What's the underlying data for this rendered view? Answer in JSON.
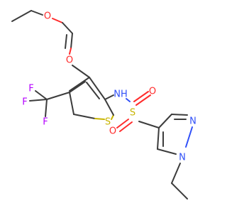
{
  "molecule": {
    "atoms": {
      "o_carbonyl": "O",
      "o_ester": "O",
      "s_thiophene": "S",
      "nh": "NH",
      "s_sulfonyl": "S",
      "o_sulfonyl_1": "O",
      "o_sulfonyl_2": "O",
      "n_pyrazole_1": "N",
      "n_pyrazole_2": "N",
      "f1": "F",
      "f2": "F",
      "f3": "F"
    },
    "colors": {
      "carbon": "#3c3c3c",
      "oxygen": "#ff2b2b",
      "nitrogen": "#3050f8",
      "sulfur": "#c8b400",
      "fluorine": "#b400ff"
    }
  }
}
